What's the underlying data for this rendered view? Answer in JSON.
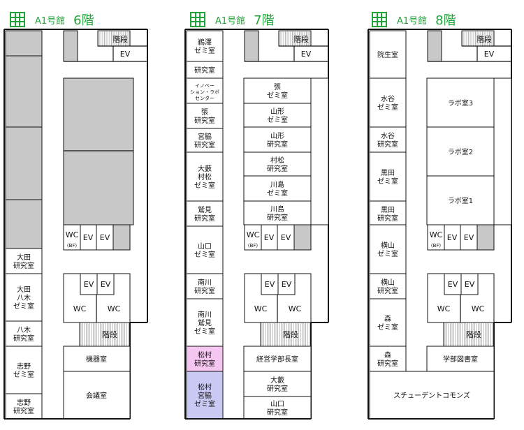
{
  "building": "A1号館",
  "colors": {
    "accent": "#22a33a",
    "hatch": "#c8c8c8",
    "pink": "#f5c6f0",
    "blue": "#c9c9f4"
  },
  "floors": [
    {
      "floor": "6階",
      "stair_top": "階段",
      "ev_top": "EV",
      "wc_sub": "(BF)",
      "ev_a": "EV",
      "ev_b": "EV",
      "ev_c": "EV",
      "ev_d": "EV",
      "wc_a": "WC",
      "wc_b": "WC",
      "stair_bottom": "階段",
      "left_rooms": [
        "大田\n研究室",
        "大田\n八木\nゼミ室",
        "八木\n研究室",
        "志野\nゼミ室",
        "志野\n研究室"
      ],
      "right_rooms": [
        "機器室",
        "会議室"
      ]
    },
    {
      "floor": "7階",
      "stair_top": "階段",
      "ev_top": "EV",
      "wc_sub": "(BF)",
      "ev_a": "EV",
      "ev_b": "EV",
      "ev_c": "EV",
      "ev_d": "EV",
      "wc_a": "WC",
      "wc_b": "WC",
      "stair_bottom": "階段",
      "left_rooms": [
        "鵜澤\nゼミ室",
        "研究室",
        "イノベー\nション・ラボ\nセンター",
        "張\n研究室",
        "宮脇\n研究室",
        "大藪\n村松\nゼミ室",
        "鷲見\n研究室",
        "山口\nゼミ室",
        "南川\n研究室",
        "南川\n鷲見\nゼミ室",
        "松村\n研究室",
        "松村\n宮脇\nゼミ室"
      ],
      "mid_rooms": [
        "張\nゼミ室",
        "山形\nゼミ室",
        "山形\n研究室",
        "村松\n研究室",
        "川島\nゼミ室",
        "川島\n研究室"
      ],
      "right_rooms": [
        "経営学部長室",
        "大藪\n研究室",
        "山口\n研究室"
      ]
    },
    {
      "floor": "8階",
      "stair_top": "階段",
      "ev_top": "EV",
      "wc_sub": "(BF)",
      "ev_a": "EV",
      "ev_b": "EV",
      "ev_c": "EV",
      "ev_d": "EV",
      "wc_a": "WC",
      "wc_b": "WC",
      "stair_bottom": "階段",
      "left_rooms": [
        "院生室",
        "水谷\nゼミ室",
        "水谷\n研究室",
        "黒田\nゼミ室",
        "黒田\n研究室",
        "横山\nゼミ室",
        "横山\n研究室",
        "森\nゼミ室",
        "森\n研究室"
      ],
      "mid_rooms": [
        "ラボ室3",
        "ラボ室2",
        "ラボ室1"
      ],
      "right_rooms": [
        "学部図書室",
        "スチューデントコモンズ"
      ]
    }
  ]
}
